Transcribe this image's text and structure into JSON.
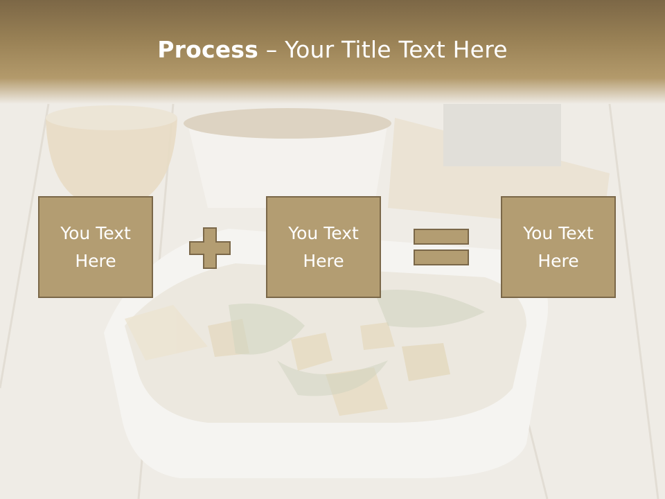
{
  "slide": {
    "title_bold": "Process",
    "title_dash": " – ",
    "title_rest": "Your Title Text Here"
  },
  "boxes": [
    {
      "text": "You Text Here"
    },
    {
      "text": "You Text Here"
    },
    {
      "text": "You Text Here"
    }
  ],
  "operators": [
    "plus-icon",
    "equals-icon"
  ],
  "colors": {
    "header": "#8f7850",
    "box_fill": "#b39d72",
    "box_border": "#7a6748",
    "text": "#ffffff"
  }
}
